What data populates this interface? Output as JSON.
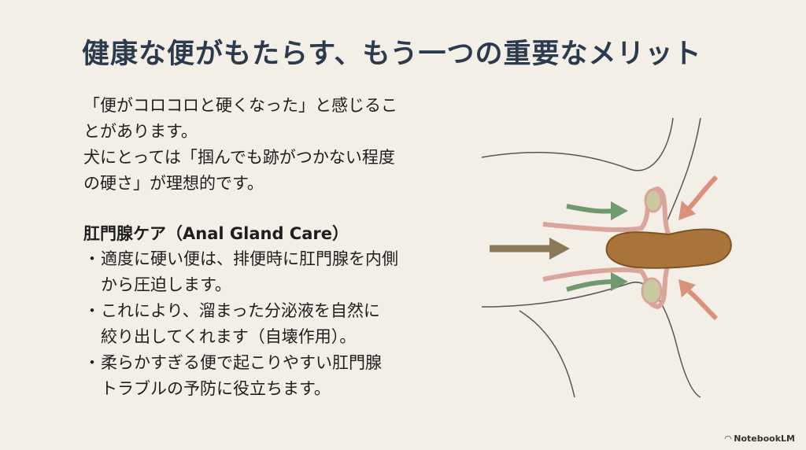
{
  "title": "健康な便がもたらす、もう一つの重要なメリット",
  "intro": [
    "「便がコロコロと硬くなった」と感じるこ",
    "とがあります。",
    "犬にとっては「掴んでも跡がつかない程度",
    "の硬さ」が理想的です。"
  ],
  "section_heading": "肛門腺ケア（Anal Gland Care）",
  "bullets": [
    {
      "lines": [
        "適度に硬い便は、排便時に肛門腺を内側",
        "から圧迫します。"
      ]
    },
    {
      "lines": [
        "これにより、溜まった分泌液を自然に",
        "絞り出してくれます（自壊作用）。"
      ]
    },
    {
      "lines": [
        "柔らかすぎる便で起こりやすい肛門腺",
        "トラブルの予防に役立ちます。"
      ]
    }
  ],
  "bullet_symbol": "・",
  "brand": "NotebookLM",
  "colors": {
    "title": "#2b3a4e",
    "background": "#f3efe7",
    "green_arrow": "#6f9a6e",
    "pink_arrow": "#d9917a",
    "stool": "#a9743a",
    "brown_arrow": "#8b7a5a"
  }
}
